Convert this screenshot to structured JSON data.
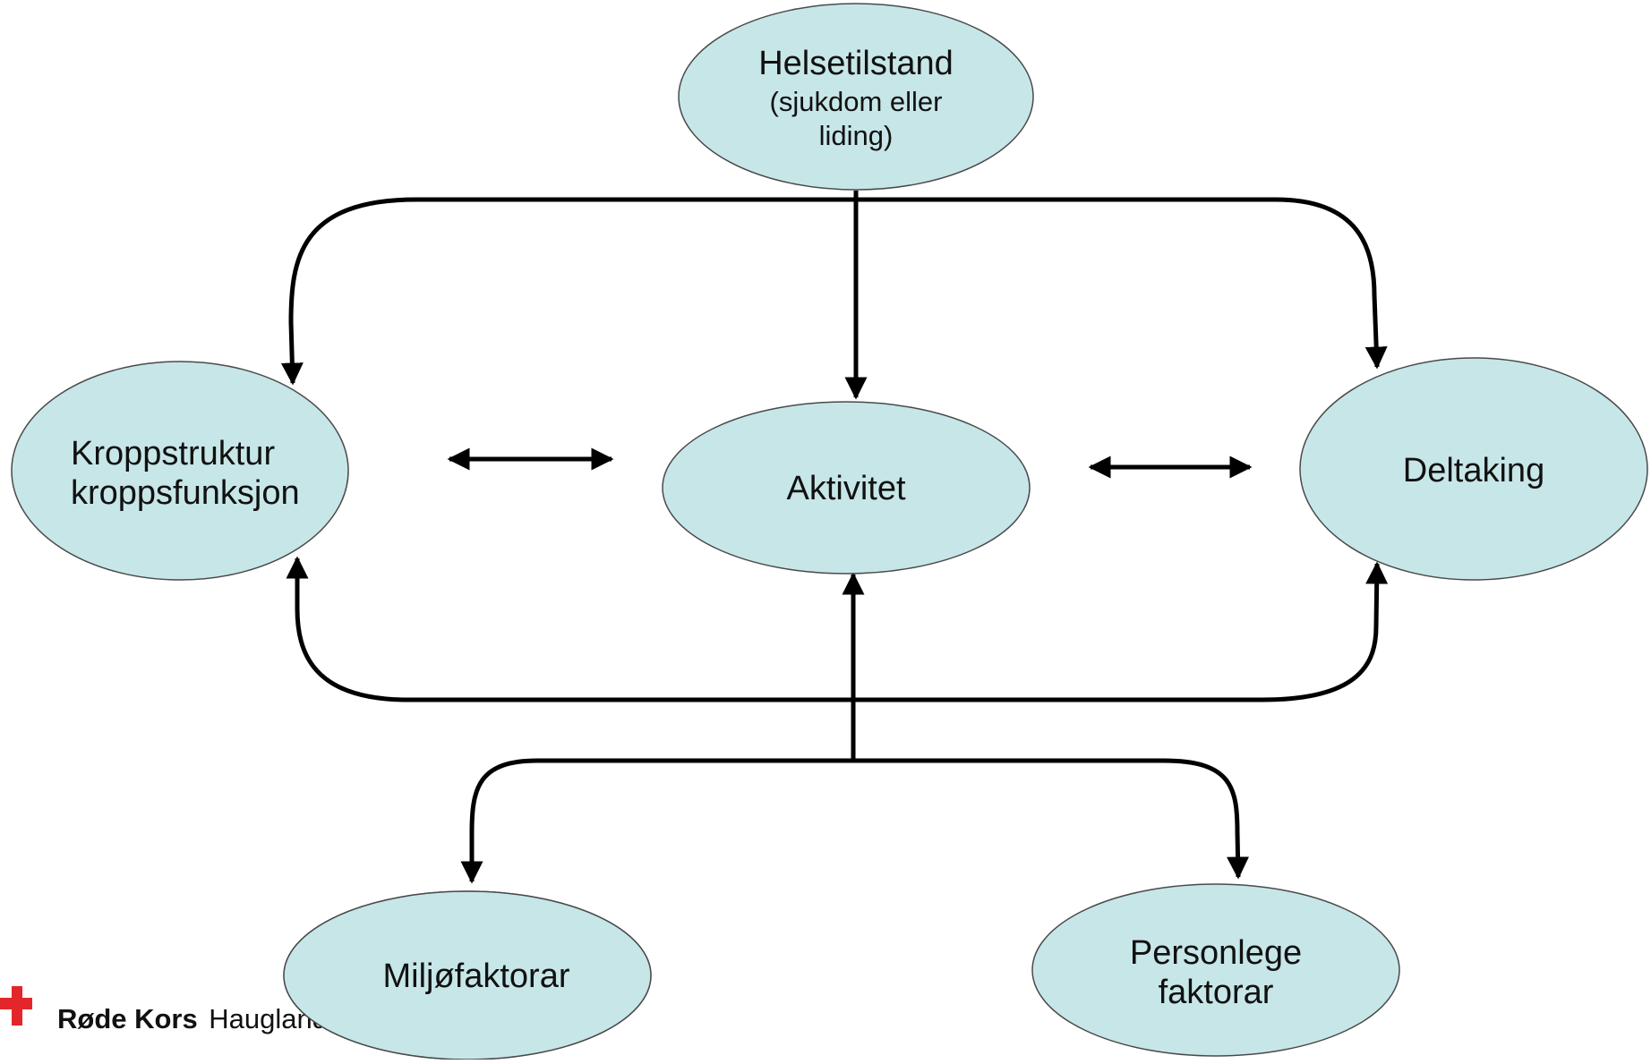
{
  "colors": {
    "node_fill": "#c7e6e8",
    "node_stroke": "#4a4a4a",
    "line": "#000000",
    "cross_red": "#e3262a"
  },
  "nodes": {
    "health": {
      "title": "Helsetilstand",
      "line2": "(sjukdom eller",
      "line3": "liding)"
    },
    "body": {
      "line1": "Kroppstruktur",
      "line2": "kroppsfunksjon"
    },
    "activity": {
      "label": "Aktivitet"
    },
    "participation": {
      "label": "Deltaking"
    },
    "environment": {
      "label": "Miljøfaktorar"
    },
    "personal": {
      "line1": "Personlege",
      "line2": "faktorar"
    }
  },
  "footer": {
    "logo_icon": "red-cross-icon",
    "brand": "Røde Kors",
    "rest": "Haugland Re"
  }
}
